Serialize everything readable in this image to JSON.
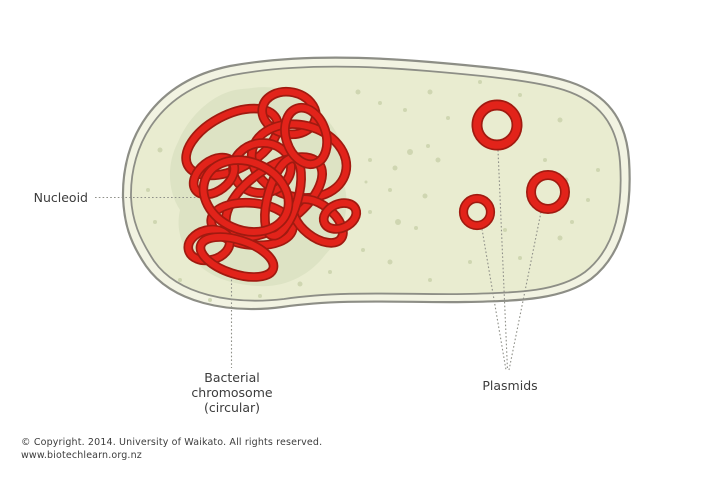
{
  "diagram": {
    "labels": {
      "nucleoid": "Nucleoid",
      "chromosome": "Bacterial chromosome (circular)",
      "plasmids": "Plasmids"
    },
    "footer": {
      "copyright": "© Copyright. 2014. University of Waikato. All rights reserved.",
      "website": "www.biotechlearn.org.nz"
    },
    "plasmid_count": 3,
    "icons": {
      "chromosome_tangle": "tangled-dna-loops-icon",
      "plasmid_ring": "dna-ring-icon"
    },
    "colors": {
      "dna_red": "#e2231a",
      "dna_outline": "#a01a10",
      "cytoplasm": "#e9ecd0",
      "cell_wall": "#f2f3e2",
      "membrane_line": "#8d8e86",
      "nucleoid_region": "#dde3c4",
      "speckle": "#cad2ac",
      "label_text": "#3c3c3c",
      "leader_line": "#8f9089",
      "page_bg": "#ffffff"
    }
  }
}
